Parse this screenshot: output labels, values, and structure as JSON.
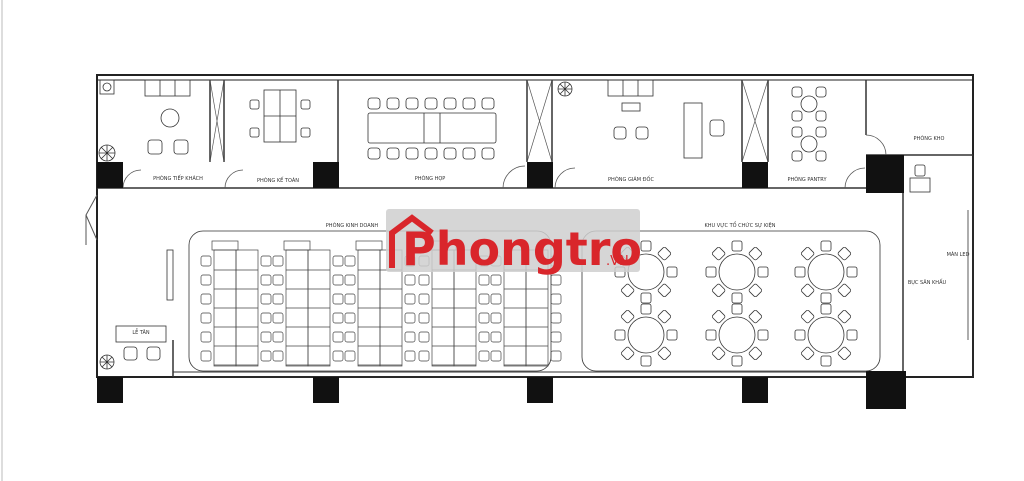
{
  "rooms": {
    "reception_lounge": "PHÒNG TIẾP KHÁCH",
    "accounting": "PHÒNG KẾ TOÁN",
    "meeting": "PHÒNG HỌP",
    "director": "PHÒNG GIÁM ĐỐC",
    "pantry": "PHÒNG PANTRY",
    "storage": "PHÒNG KHO",
    "sales": "PHÒNG KINH DOANH",
    "event_area": "KHU VỰC TỔ CHỨC SỰ KIỆN",
    "front_desk": "LỄ TÂN",
    "led_screen": "MÀN LED",
    "stage": "BỤC SÂN KHẤU"
  },
  "watermark": {
    "brand": "Phongtro",
    "suffix": ".VN",
    "brand_color": "#d9262b"
  },
  "colors": {
    "wall": "#222222",
    "line": "#444444",
    "pillar": "#111111"
  }
}
